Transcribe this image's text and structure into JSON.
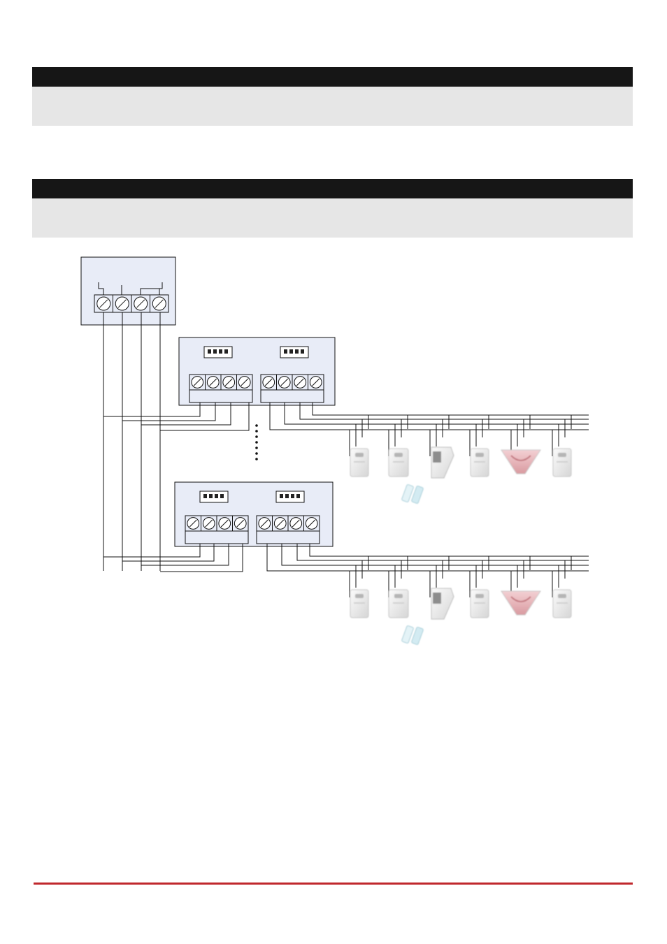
{
  "header1": {
    "title": "",
    "body": ""
  },
  "header2": {
    "title": "",
    "body": ""
  },
  "colors": {
    "bar": "#161616",
    "band": "#e6e6e6",
    "module_fill": "#e8ecf7",
    "wire": "#111111",
    "footer_accent": "#c0282d"
  },
  "diagram": {
    "panel": {
      "terminal_count": 4
    },
    "modules": [
      {
        "dip_groups": 2,
        "terminal_blocks": 2,
        "terminals_per_block": 4
      },
      {
        "dip_groups": 2,
        "terminal_blocks": 2,
        "terminals_per_block": 4
      }
    ],
    "continuation": "ellipsis-dots",
    "sensor_icons": [
      "pir-detector-icon",
      "dual-tech-detector-icon",
      "outdoor-detector-icon",
      "pir-detector-icon",
      "ceiling-detector-icon",
      "pir-detector-icon"
    ],
    "contact_icon": "magnetic-contact-icon"
  }
}
